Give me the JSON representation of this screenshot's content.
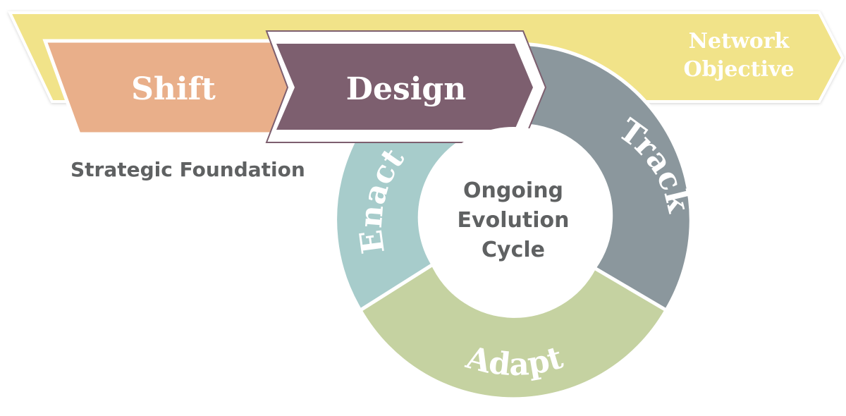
{
  "banner": {
    "objective_line1": "Network",
    "objective_line2": "Objective"
  },
  "steps": {
    "shift": "Shift",
    "design": "Design"
  },
  "foundation_label": "Strategic Foundation",
  "cycle": {
    "center_line1": "Ongoing",
    "center_line2": "Evolution",
    "center_line3": "Cycle",
    "enact": "Enact",
    "track": "Track",
    "adapt": "Adapt"
  },
  "colors": {
    "banner": "#f1e389",
    "shift": "#e9af8a",
    "design": "#7d5f6f",
    "track": "#8b979d",
    "adapt": "#c5d2a1",
    "enact": "#a7cccb",
    "text_dark": "#5f6162",
    "text_light": "#ffffff"
  }
}
